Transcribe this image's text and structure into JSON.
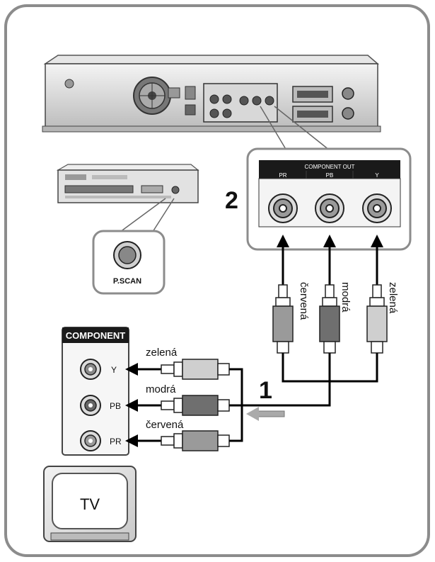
{
  "steps": {
    "step_1": "1",
    "step_2": "2"
  },
  "component_out": {
    "title": "COMPONENT OUT",
    "ports": [
      "PR",
      "PB",
      "Y"
    ]
  },
  "tv_component": {
    "title": "COMPONENT",
    "ports": [
      "Y",
      "PB",
      "PR"
    ]
  },
  "pscan_button": {
    "label": "P.SCAN"
  },
  "tv": {
    "label": "TV"
  },
  "cables": {
    "vertical": [
      "červená",
      "modrá",
      "zelená"
    ],
    "horizontal": [
      "zelená",
      "modrá",
      "červená"
    ]
  },
  "colors": {
    "red_plug": "#9a9a9a",
    "blue_plug": "#6f6f6f",
    "green_plug": "#cfcfcf",
    "frame": "#8c8c8c"
  }
}
